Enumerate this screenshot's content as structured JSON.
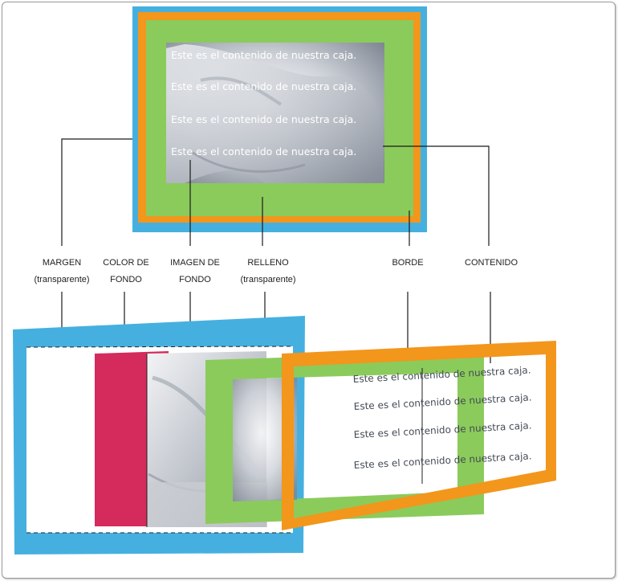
{
  "top_box": {
    "content_lines": [
      "Este es el contenido de nuestra caja.",
      "Este es el contenido de nuestra caja.",
      "Este es el contenido de nuestra caja.",
      "Este es el contenido de nuestra caja."
    ]
  },
  "labels": {
    "margen": [
      "MARGEN",
      "(transparente)"
    ],
    "color_fondo": [
      "COLOR DE",
      "FONDO"
    ],
    "imagen_fondo": [
      "IMAGEN DE",
      "FONDO"
    ],
    "relleno": [
      "RELLENO",
      "(transparente)"
    ],
    "borde": [
      "BORDE"
    ],
    "contenido": [
      "CONTENIDO"
    ]
  },
  "layers": {
    "content_lines": [
      "Este es el contenido de nuestra caja.",
      "Este es el contenido de nuestra caja.",
      "Este es el contenido de nuestra caja.",
      "Este es el contenido de nuestra caja."
    ]
  },
  "colors": {
    "margin": "#45b0e0",
    "border": "#f3961c",
    "padding": "#8bcb5b",
    "background_color": "#d42a5c",
    "background_image_gray": "#c9ccd1"
  }
}
